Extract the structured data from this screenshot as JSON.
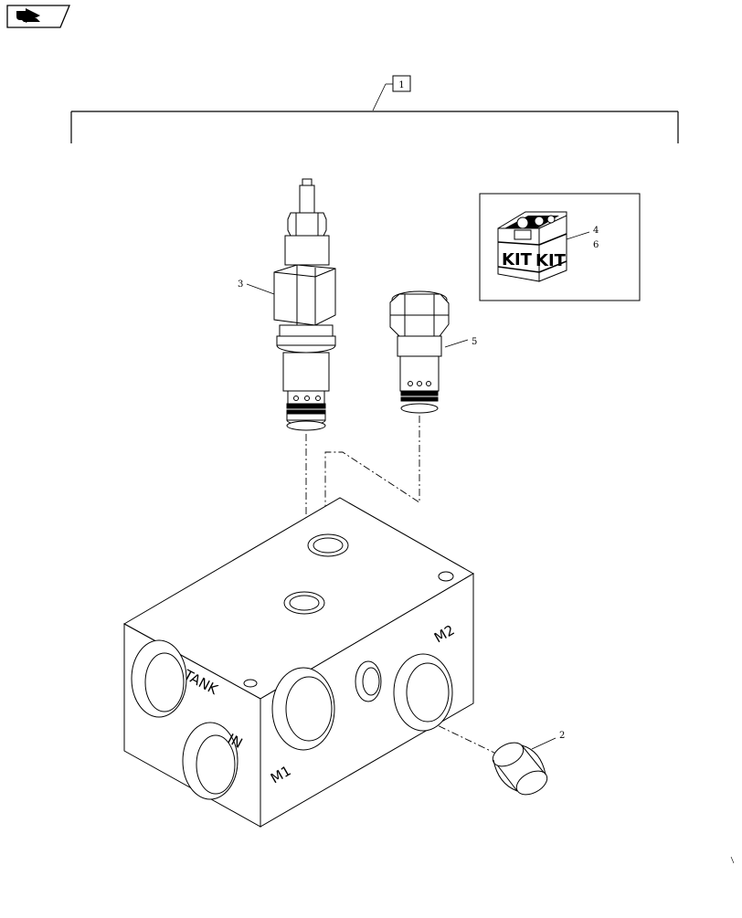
{
  "callouts": {
    "assembly": "1",
    "plug": "2",
    "cartridge_valve": "3",
    "kit_a": "4",
    "check_valve": "5",
    "kit_b": "6"
  },
  "kit": {
    "left_label": "KIT",
    "right_label": "KIT"
  },
  "ports": {
    "tank": "TANK",
    "in": "IN",
    "m1": "M1",
    "m2": "M2"
  },
  "nav_icon": "next-page-arrow-icon"
}
